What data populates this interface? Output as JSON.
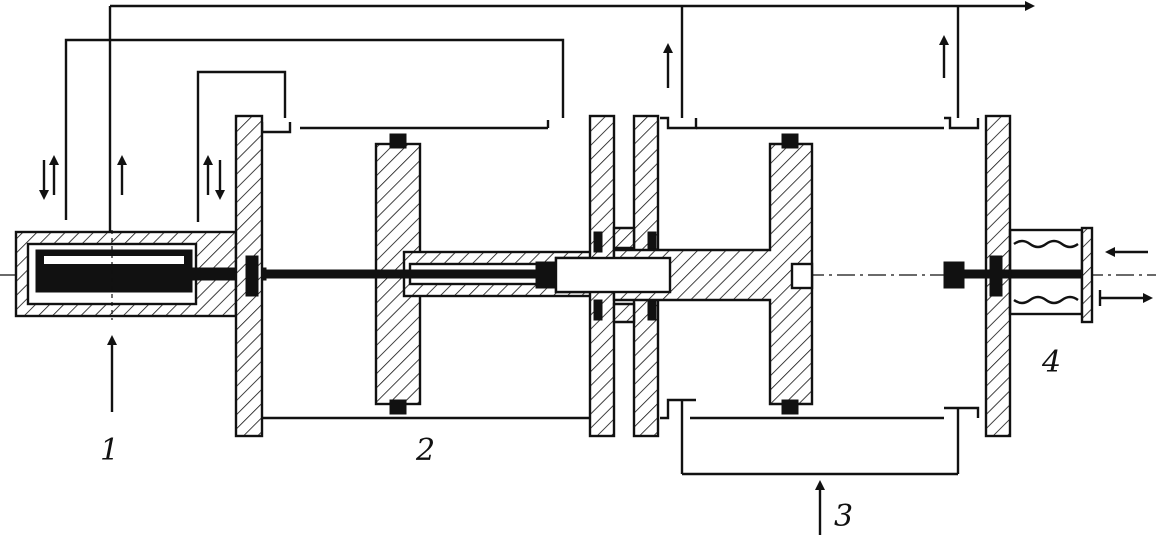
{
  "diagram": {
    "labels": {
      "l1": "1",
      "l2": "2",
      "l3": "3",
      "l4": "4"
    },
    "colors": {
      "ink": "#111111",
      "paper": "#ffffff"
    }
  }
}
